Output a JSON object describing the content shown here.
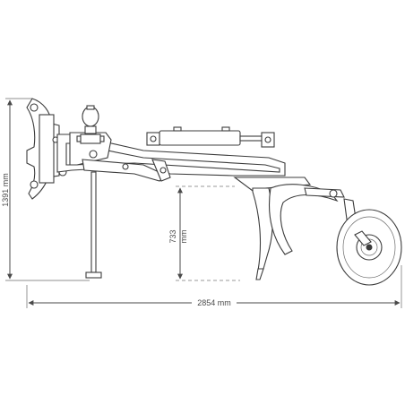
{
  "dimensions": {
    "total_height": "1391 mm",
    "length": "2854 mm",
    "lower_value": "733",
    "lower_unit": "mm"
  },
  "colors": {
    "line": "#4a4a4a",
    "background": "#ffffff"
  }
}
